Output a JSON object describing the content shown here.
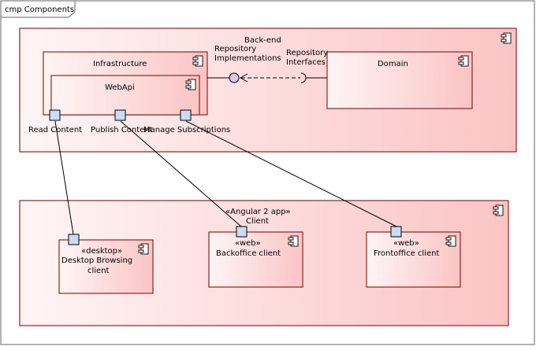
{
  "diagram": {
    "frame_title": "cmp Components",
    "components": {
      "backend": {
        "name": "Back-end"
      },
      "infrastructure": {
        "name": "Infrastructure"
      },
      "webapi": {
        "name": "WebApi"
      },
      "domain": {
        "name": "Domain"
      },
      "client": {
        "stereotype": "«Angular 2 app»",
        "name": "Client"
      },
      "desktop": {
        "stereotype": "«desktop»",
        "name_line1": "Desktop Browsing",
        "name_line2": "client"
      },
      "backoffice": {
        "stereotype": "«web»",
        "name": "Backoffice client"
      },
      "frontoffice": {
        "stereotype": "«web»",
        "name": "Frontoffice client"
      }
    },
    "ports": {
      "read_content": "Read Content",
      "publish_content": "Publish Content",
      "manage_subscriptions": "Manage Subscriptions"
    },
    "interfaces": {
      "repo_impl_line1": "Repository",
      "repo_impl_line2": "Implementations",
      "repo_iface_line1": "Repository",
      "repo_iface_line2": "Interfaces"
    },
    "colors": {
      "component_fill_start": "#fff5f5",
      "component_fill_end": "#fbc4c4",
      "component_border": "#8a2424",
      "port_fill": "#c9def5",
      "lollipop_fill": "#d9c8ef"
    },
    "icon": "component-icon"
  }
}
